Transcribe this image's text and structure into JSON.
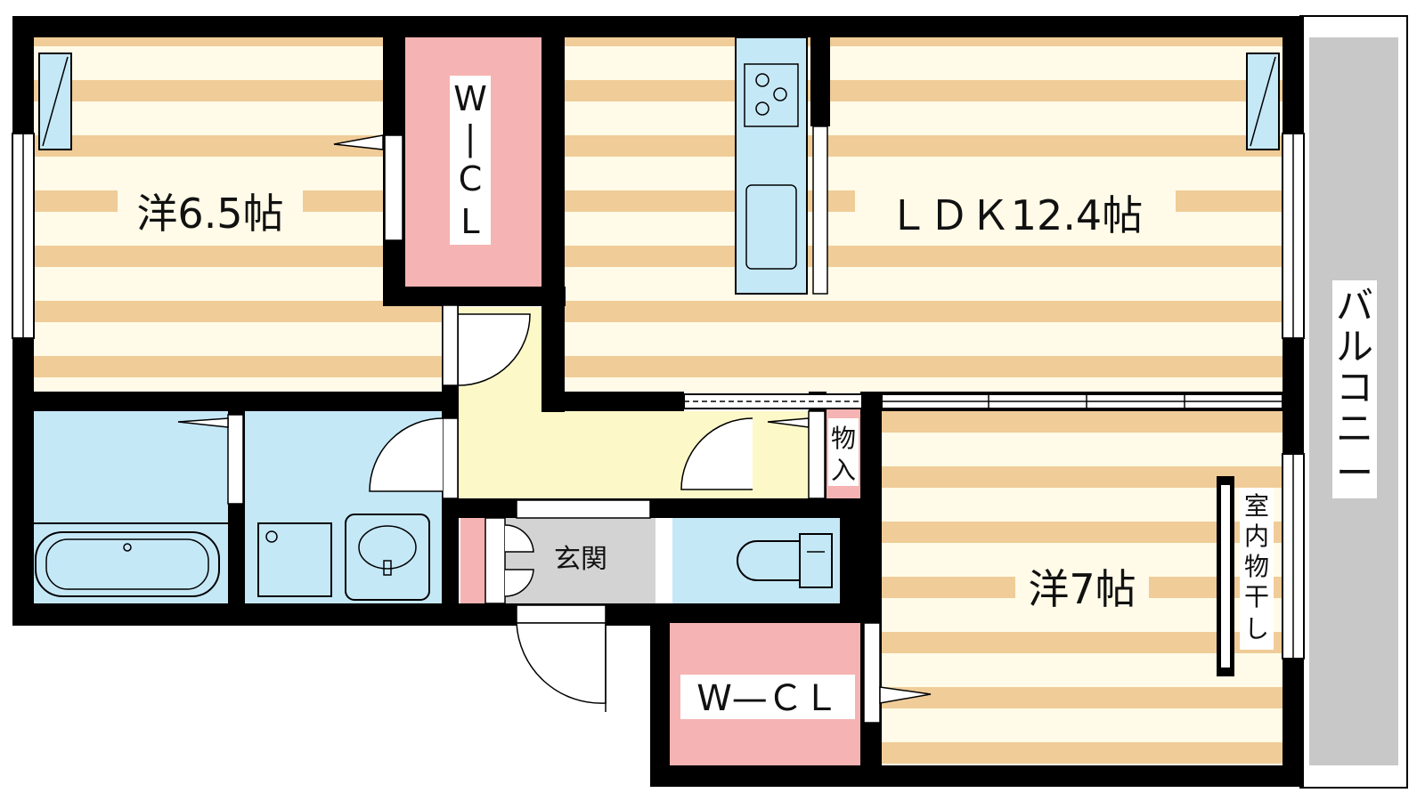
{
  "rooms": {
    "western_left": "洋6.5帖",
    "ldk": "ＬＤＫ12.4帖",
    "western_right": "洋7帖",
    "wcl_top_chars": [
      "W",
      "|",
      "C",
      "L"
    ],
    "wcl_bottom": "W—ＣＬ",
    "storage_chars": [
      "物",
      "入"
    ],
    "entrance": "玄関",
    "indoor_drying_chars": [
      "室",
      "内",
      "物",
      "干",
      "し"
    ],
    "balcony_chars": [
      "バ",
      "ル",
      "コ",
      "ニ",
      "ー"
    ]
  },
  "colors": {
    "wall": "#000000",
    "floor_stripe": "#f0cc98",
    "floor_base": "#fffbe8",
    "wcl": "#f6b3b3",
    "water": "#c5e8f7",
    "hall": "#fdf8c8",
    "entrance_floor": "#d3d3d3",
    "balcony": "#c8c8c8"
  }
}
